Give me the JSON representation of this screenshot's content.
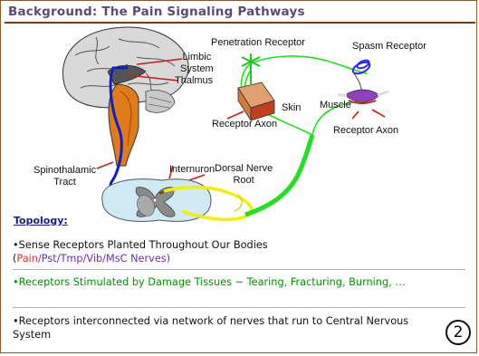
{
  "title": "Background: The Pain Signaling Pathways",
  "labels": {
    "limbic_system": "Limbic\nSystem",
    "thalmus": "Thalmus",
    "penetration_receptor": "Penetration Receptor",
    "spasm_receptor": "Spasm Receptor",
    "skin": "Skin",
    "muscle": "Muscle",
    "receptor_axon_left": "Receptor Axon",
    "receptor_axon_right": "Receptor Axon",
    "spinothalamic_tract": "Spinothalamic\nTract",
    "internuron": "Internuron",
    "dorsal_nerve_root": "Dorsal Nerve\nRoot"
  },
  "topology_heading": "Topology:",
  "bullets": {
    "b1_line1": "•Sense Receptors Planted Throughout Our Bodies",
    "b1_open": "(",
    "b1_pain": "Pain",
    "b1_rest": "/Pst/Tmp/Vib/MsC Nerves)",
    "b2": "•Receptors Stimulated by Damage Tissues ~ Tearing, Fracturing, Burning, …",
    "b3": "•Receptors interconnected via network of nerves that run to Central Nervous System"
  },
  "page_number": "2",
  "colors": {
    "title": "#5a4a7a",
    "rule": "#6a3e1f",
    "nerve_yellow": "#f0f000",
    "nerve_green": "#20e020",
    "tract_blue": "#0a20c8",
    "pointer": "#cc1a1a"
  }
}
